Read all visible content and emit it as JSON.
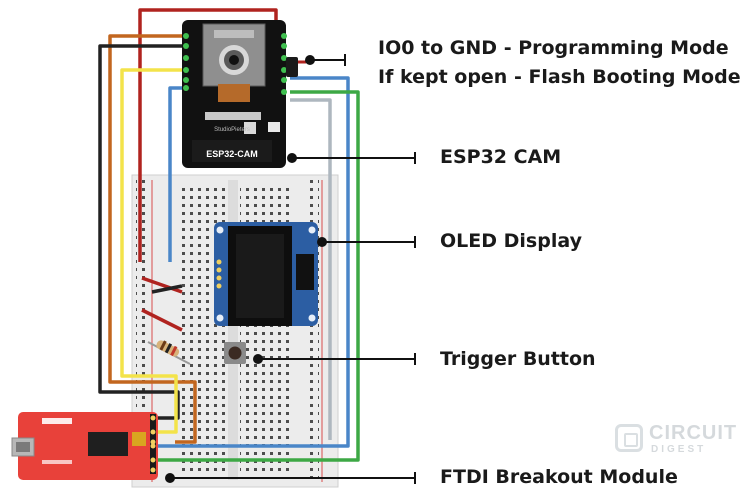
{
  "labels": {
    "io0_line1": "IO0 to GND - Programming Mode",
    "io0_line2": "If kept open - Flash Booting Mode",
    "esp32_cam": "ESP32 CAM",
    "oled_display": "OLED Display",
    "trigger_button": "Trigger Button",
    "ftdi_module": "FTDI Breakout Module"
  },
  "board": {
    "name": "ESP32-CAM",
    "brand": "StudioPieters"
  },
  "watermark": {
    "line1": "CIRCUIT",
    "line2": "DIGEST"
  },
  "colors": {
    "wire_red": "#b0231f",
    "wire_orange": "#c2661f",
    "wire_black": "#222222",
    "wire_yellow": "#f3e34a",
    "wire_blue": "#4a86c8",
    "wire_green": "#3da845",
    "ftdi_board": "#e8413a",
    "oled_board": "#2c5ea3"
  }
}
